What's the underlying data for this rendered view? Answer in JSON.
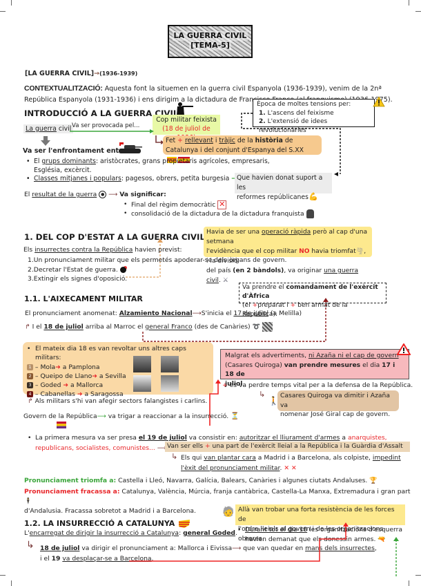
{
  "title": {
    "line1": "LA GUERRA CIVIL",
    "line2": "[TEMA-5]"
  },
  "heading": {
    "label": "[LA GUERRA CIVIL]",
    "years": "(1936-1939)"
  },
  "context": {
    "label": "CONTEXTUALITZACIÓ:",
    "line1": "Aquesta font la situemen en la guerra civil Espanyola  (1936-1939), venim de la 2nª",
    "line2": "República Espanyola (1931-1936) i ens dirigim  a la dictadura de Francisco Franco (al franquisme) (1936-1975)."
  },
  "intro": {
    "title": "INTRODUCCIÓ A LA GUERRA CIVIL:",
    "guerra_civil_u": "La guerra",
    "guerra_civil_rest": " civil",
    "provocada": "Va ser provocada pel...",
    "cop_line1": "Cop militar feixista",
    "cop_line2": "(18 de juliol de 1936)",
    "fet_pre": "Fet ",
    "fet_plus": "+",
    "fet_relevant": "rellevant",
    "fet_i": " i ",
    "fet_tragic": "tràjic",
    "fet_de": " de la ",
    "fet_historia": "història",
    "fet_de2": " de",
    "fet_line2": "Catalunya i del conjunt d'Espanya del S.XX",
    "tensions_title": "Època de moltes tensions per:",
    "tensions": [
      {
        "num": "1.",
        "text": "L'ascens del feixisme"
      },
      {
        "num": "2.",
        "text": "L'extensió de idees revolucionàries"
      }
    ],
    "enfrontament": "Va ser l'enfrontament entre:",
    "grups_u": "grups  dominants",
    "grups_pre": "El ",
    "grups_rest": ": aristòcrates, grans propietaris agrícoles, empresaris,",
    "grups_line2": "Església, excèrcit.",
    "classes_u": "Classes mitjanes i populars",
    "classes_rest": ": pagesos, obrers, petita burgesia",
    "suport_line1": "Que havien donat suport a les",
    "suport_line2": "reformes repúblicanes",
    "resultat_pre": "El ",
    "resultat_u": "resultat de la guerra",
    "significar": "Va significar:",
    "significar_items": [
      "Final del règim democràtic",
      "consolidació de la dictadura de la dictadura franquista"
    ]
  },
  "section1": {
    "title": "1. DEL COP D'ESTAT A LA GUERRA CIVIL",
    "intro_pre": "Els ",
    "intro_u": "insurrectes contra la República",
    "intro_rest": " havien previst:",
    "items": [
      "1.Un pronunciament militar que els permetés apoderar-se dels òrgans de govern.",
      "2.Decretar l'Estat de guerra.",
      "3.Extingir els signes d'oposició."
    ],
    "note_a": "Havia de ser una ",
    "note_u1": "operació ràpida",
    "note_b": " però al cap d'una setmana",
    "note_c": "l'evidència que el cop militar ",
    "note_no": "NO",
    "note_d": " havia triomfat",
    "note_e": ", i la divisió",
    "note_f": "del país ",
    "note_bandols": "(en 2 bàndols)",
    "note_g": ", va originar ",
    "note_u2": "una guerra civil",
    "note_h": "."
  },
  "section11": {
    "title": "1.1. L'AIXECAMENT MILITAR",
    "africa_a": "Va prendre el ",
    "africa_b": "comandament de l'exèrcit d'Àfrica",
    "africa_c": "(el ",
    "africa_plus1": "+",
    "africa_d": "preparat i ",
    "africa_plus2": "+",
    "africa_e": " ben armat de la República).",
    "pron_a": "El pronunciament anomenat: ",
    "pron_b": "Alzamiento Nacional",
    "pron_c": "S'inicia el ",
    "pron_d": "17 de juliol",
    "pron_e": " (a Melilla)",
    "juliol18_a": "I el ",
    "juliol18_b": "18 de juliol",
    "juliol18_c": " arriba al Marroc el ",
    "juliol18_d": "general Franco",
    "juliol18_e": " (des de Canàries)",
    "caps_intro": "El mateix dia 18 es van revoltar uns altres caps militars:",
    "caps": [
      {
        "num": "1",
        "name": "Mola",
        "city": "a Pamplona",
        "color": "#b8926a"
      },
      {
        "num": "2",
        "name": "Queipo de Llano",
        "city": "a Sevilla",
        "color": "#8a5a32"
      },
      {
        "num": "3",
        "name": "Goded",
        "city": "a Mallorca",
        "color": "#3a2e24"
      },
      {
        "num": "4",
        "name": "Cabanellas",
        "city": "a Saragossa",
        "color": "#6e1410"
      }
    ],
    "falangistes": "Als militars s'hi van afegir sectors falangistes i carlins.",
    "warn_a": "Malgrat els advertiments, ",
    "warn_u": "ni Azaña ni el cap de govern",
    "warn_b": "(Casares Quiroga) ",
    "warn_c": "van prendre mesures",
    "warn_d": " el dia ",
    "warn_e": "17 i 18 de",
    "warn_f": "juliol",
    "warn_g": ".",
    "temps_plus": "+",
    "temps": " es va perdre temps vital per a la defensa de la República.",
    "dimitir_line1": "Casares Quiroga va dimitir i Azaña va",
    "dimitir_line2": "nomenar José Giral cap de govern.",
    "govern_a": "Govern de la República",
    "govern_b": "va trigar a reaccionar a la insurrecció.",
    "mesura_a": "La primera mesura va ser presa ",
    "mesura_b": "el 19 de juliol",
    "mesura_c": " va consistir en: ",
    "mesura_d": "autoritzar el lliurament d'armes",
    "mesura_e": " a ",
    "mesura_f": "anarquistes,",
    "mesura_g": "republicans, socialistes, comunistes...",
    "ells_a": "Van ser ells ",
    "ells_plus": "+",
    "ells_b": " una part de l'exèrcit lleial a la República i la Guàrdia d'Assalt",
    "plantar_a": "Els qui ",
    "plantar_u": "van plantar cara",
    "plantar_b": " a Madrid i a Barcelona, als colpiste, ",
    "plantar_u2": "impedint",
    "plantar_u3": "l'èxit del pronunciament militar",
    "plantar_c": ".",
    "triomfa_label": "Pronunciament triomfa a:",
    "triomfa_text": " Castella i Lleó, Navarra, Galícia, Balears, Canàries i algunes ciutats Andaluses.",
    "fracassa_label": "Pronunciament fracassa a:",
    "fracassa_text": " Catalunya, València, Múrcia, franja cantàbrica, Castella-La Manxa, Extremadura i gran part",
    "fracassa_line2": "d'Andalusia. Fracassa sobretot a Madrid i a Barcelona."
  },
  "section12": {
    "title": "1.2. LA INSURRECCIÓ A CATALUNYA",
    "enc_a": "L'",
    "enc_u": "encarregat de dirigir la insurrecció a Catalunya",
    "enc_b": ": ",
    "enc_c": "general Goded",
    "enc_d": ".",
    "resist_line1": "Allà van trobar una forta resistència de les forces de",
    "resist_line2": "l'ordre lleials al govern i de les organitzacions obreres.",
    "durant_u": "Durant tot el dia 18",
    "durant_b": " les organitzacions d'esquerra",
    "durant_line2": "havien demanat que els donessin armes.",
    "goded_a": "18 de juliol",
    "goded_b": " va dirigir el pronunciament a: Mallorca i Eivissa",
    "goded_c": " que van quedar en ",
    "goded_d": "mans dels insurrectes",
    "goded_e": ",",
    "goded_f": "i el ",
    "goded_g": "19",
    "goded_h": " ",
    "goded_i": "va desplaçar-se a Barcelona",
    "goded_j": "."
  },
  "colors": {
    "red": "#e8262a",
    "green": "#3aa53a",
    "brown_arrow": "#7b3b3b",
    "orange_box": "#f6c98e",
    "yellow_box": "#fde98e",
    "pink_box": "#f7b9bd",
    "tan_box": "#e6cfae"
  }
}
